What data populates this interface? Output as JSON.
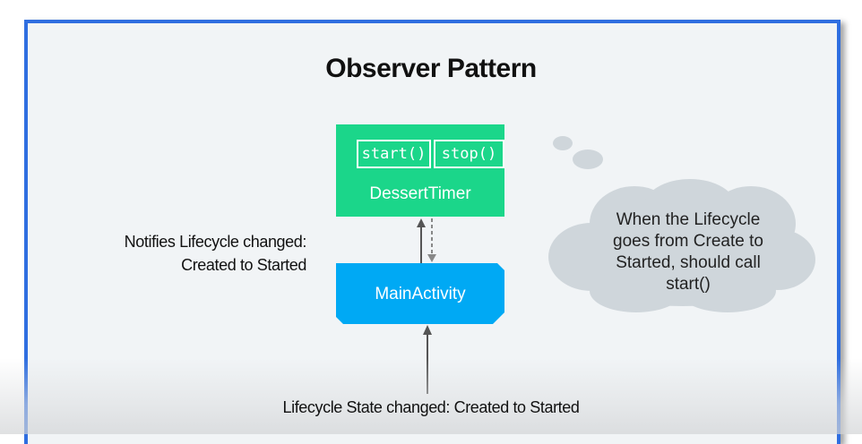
{
  "title": "Observer Pattern",
  "dessert_timer": {
    "label": "DessertTimer",
    "methods": [
      "start()",
      "stop()"
    ]
  },
  "main_activity": {
    "label": "MainActivity"
  },
  "notify_label": [
    "Notifies Lifecycle changed:",
    "Created to Started"
  ],
  "lifecycle_label": "Lifecycle State changed: Created to Started",
  "thought_bubble": [
    "When the Lifecycle",
    "goes from Create to",
    "Started, should call",
    "start()"
  ],
  "colors": {
    "frame_border": "#2f6ee0",
    "timer_green": "#1bd68a",
    "activity_blue": "#00a9f4",
    "cloud": "#cfd6db"
  }
}
